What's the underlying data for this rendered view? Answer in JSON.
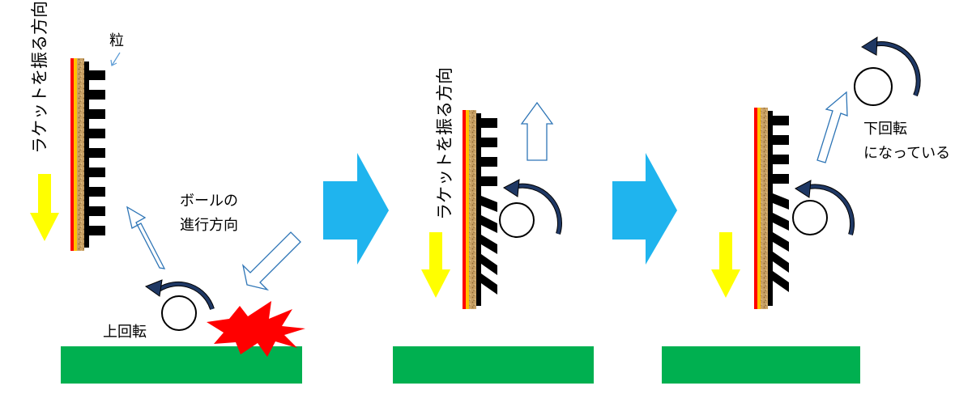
{
  "labels": {
    "swing_direction": "ラケットを振る方向",
    "grain": "粒",
    "ball_direction_line1": "ボールの",
    "ball_direction_line2": "進行方向",
    "topspin": "上回転",
    "backspin_line1": "下回転",
    "backspin_line2": "になっている"
  },
  "colors": {
    "ground": "#00b050",
    "rubber_red": "#ff0000",
    "sponge_orange": "#ffc000",
    "cork": "#c8a064",
    "swing_arrow": "#ffff00",
    "step_arrow": "#1fb4ee",
    "ball_path_arrow": "#2e75b6",
    "spin_arrow": "#1f3864",
    "impact_burst": "#ff0000"
  },
  "icons": {
    "step_arrow": "chevron-right",
    "spin": "curved-arrow",
    "impact": "explosion-burst"
  }
}
